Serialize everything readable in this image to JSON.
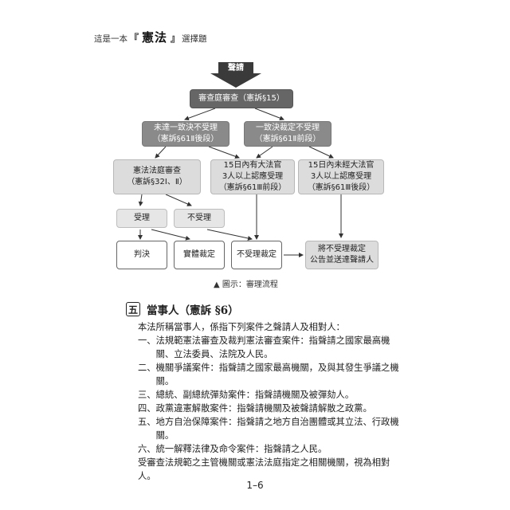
{
  "header": {
    "pre": "這是一本",
    "brand": "憲法",
    "post": "選擇題"
  },
  "flow": {
    "apply": "聲請",
    "review": "審查庭審查（憲訴§15）",
    "left1": [
      "未達一致決不受理",
      "（憲訴§61Ⅱ後段）"
    ],
    "right1": [
      "一致決裁定不受理",
      "（憲訴§61Ⅱ前段）"
    ],
    "court": [
      "憲法法庭審查",
      "（憲訴§32Ⅰ、Ⅱ）"
    ],
    "within_yes": [
      "15日內有大法官",
      "3人以上認應受理",
      "（憲訴§61Ⅲ前段）"
    ],
    "within_no": [
      "15日內未經大法官",
      "3人以上認應受理",
      "（憲訴§61Ⅲ後段）"
    ],
    "accept": "受理",
    "reject": "不受理",
    "judgment": "判決",
    "substantive": "實體裁定",
    "ruling_reject": "不受理裁定",
    "announce": [
      "將不受理裁定",
      "公告並送達聲請人"
    ]
  },
  "caption": "▲ 圖示：審理流程",
  "section": {
    "number": "五",
    "title": "當事人（憲訴 §6）"
  },
  "body": {
    "intro": "本法所稱當事人，係指下列案件之聲請人及相對人：",
    "items": [
      {
        "num": "一、",
        "text": "法規範憲法審查及裁判憲法審查案件：指聲請之國家最高機關、立法委員、法院及人民。"
      },
      {
        "num": "二、",
        "text": "機關爭議案件：指聲請之國家最高機關，及與其發生爭議之機關。"
      },
      {
        "num": "三、",
        "text": "總統、副總統彈劾案件：指聲請機關及被彈劾人。"
      },
      {
        "num": "四、",
        "text": "政黨違憲解散案件：指聲請機關及被聲請解散之政黨。"
      },
      {
        "num": "五、",
        "text": "地方自治保障案件：指聲請之地方自治團體或其立法、行政機關。"
      },
      {
        "num": "六、",
        "text": "統一解釋法律及命令案件：指聲請之人民。"
      }
    ],
    "closing": "受審查法規範之主管機關或憲法法庭指定之相關機關，視為相對人。"
  },
  "page_number": "1–6"
}
